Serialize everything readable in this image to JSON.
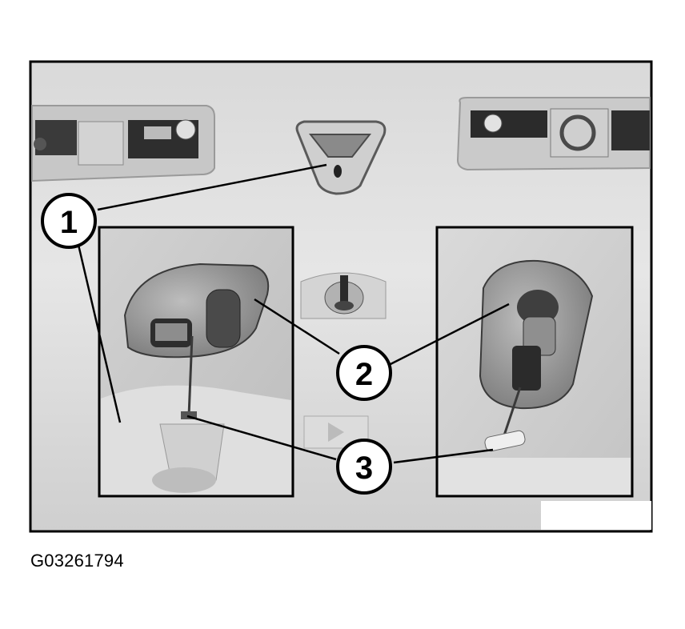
{
  "figure": {
    "id_code": "G03261794",
    "callouts": [
      {
        "number": "1"
      },
      {
        "number": "2"
      },
      {
        "number": "3"
      }
    ]
  }
}
